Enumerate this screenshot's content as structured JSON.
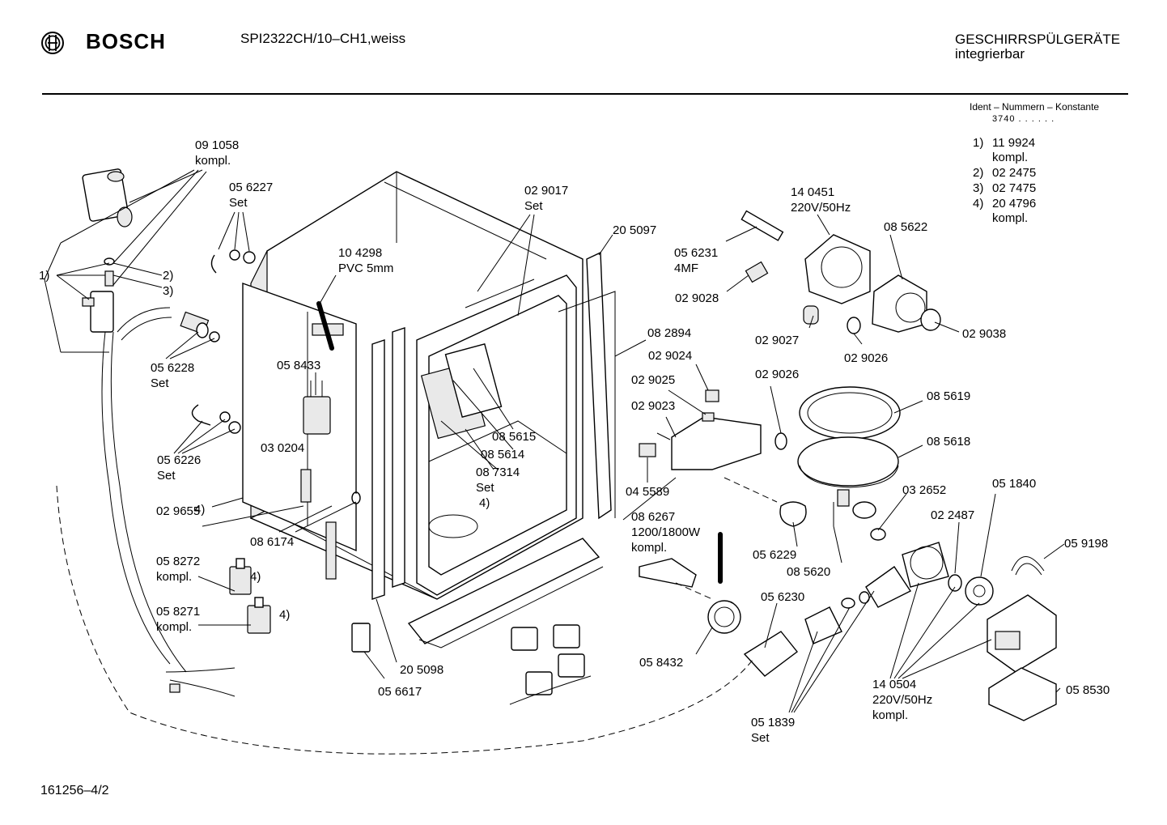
{
  "header": {
    "brand": "BOSCH",
    "model": "SPI2322CH/10–CH1,weiss",
    "category": "GESCHIRRSPÜLGERÄTE",
    "subcategory": "integrierbar"
  },
  "ident": {
    "heading": "Ident – Nummern – Konstante",
    "code": "3740 . .   . . . .",
    "footnotes": [
      {
        "key": "1)",
        "lines": [
          "11 9924",
          "kompl."
        ]
      },
      {
        "key": "2)",
        "lines": [
          "02 2475"
        ]
      },
      {
        "key": "3)",
        "lines": [
          "02 7475"
        ]
      },
      {
        "key": "4)",
        "lines": [
          "20 4796",
          "kompl."
        ]
      }
    ]
  },
  "labels": {
    "p091058": [
      "09 1058",
      "kompl."
    ],
    "p056227": [
      "05 6227",
      "Set"
    ],
    "p104298": [
      "10 4298",
      "PVC 5mm"
    ],
    "p029017": [
      "02 9017",
      "Set"
    ],
    "p205097": [
      "20 5097"
    ],
    "p140451": [
      "14 0451",
      "220V/50Hz"
    ],
    "p056231": [
      "05 6231",
      "4MF"
    ],
    "p085622": [
      "08 5622"
    ],
    "p029028": [
      "02 9028"
    ],
    "p029027": [
      "02 9027"
    ],
    "p029026a": [
      "02 9026"
    ],
    "p029038": [
      "02 9038"
    ],
    "p082894": [
      "08 2894"
    ],
    "p029024": [
      "02 9024"
    ],
    "p029025": [
      "02 9025"
    ],
    "p029023": [
      "02 9023"
    ],
    "p029026b": [
      "02 9026"
    ],
    "p085619": [
      "08 5619"
    ],
    "p085618": [
      "08 5618"
    ],
    "p056228": [
      "05 6228",
      "Set"
    ],
    "p058433": [
      "05 8433"
    ],
    "p085615": [
      "08 5615"
    ],
    "p085614": [
      "08 5614"
    ],
    "p087314": [
      "08 7314",
      "Set"
    ],
    "p045589": [
      "04 5589"
    ],
    "p056226": [
      "05 6226",
      "Set"
    ],
    "p030204": [
      "03 0204"
    ],
    "p032652": [
      "03 2652"
    ],
    "p051840": [
      "05 1840"
    ],
    "p022487": [
      "02 2487"
    ],
    "p059198": [
      "05 9198"
    ],
    "p029655": [
      "02 9655"
    ],
    "p086174": [
      "08 6174"
    ],
    "p086267": [
      "08 6267",
      "1200/1800W",
      "kompl."
    ],
    "p056229": [
      "05 6229"
    ],
    "p085620": [
      "08 5620"
    ],
    "p058272": [
      "05 8272",
      "kompl."
    ],
    "p058271": [
      "05 8271",
      "kompl."
    ],
    "p056230": [
      "05 6230"
    ],
    "p058432": [
      "05 8432"
    ],
    "p205098": [
      "20 5098"
    ],
    "p056617": [
      "05 6617"
    ],
    "p140504": [
      "14 0504",
      "220V/50Hz",
      "kompl."
    ],
    "p058530": [
      "05 8530"
    ],
    "p051839": [
      "05 1839",
      "Set"
    ],
    "m1": "1)",
    "m2": "2)",
    "m3": "3)",
    "m4a": "4)",
    "m4b": "4)",
    "m4c": "4)",
    "m4d": "4)"
  },
  "footer": {
    "code": "161256–4/2"
  }
}
